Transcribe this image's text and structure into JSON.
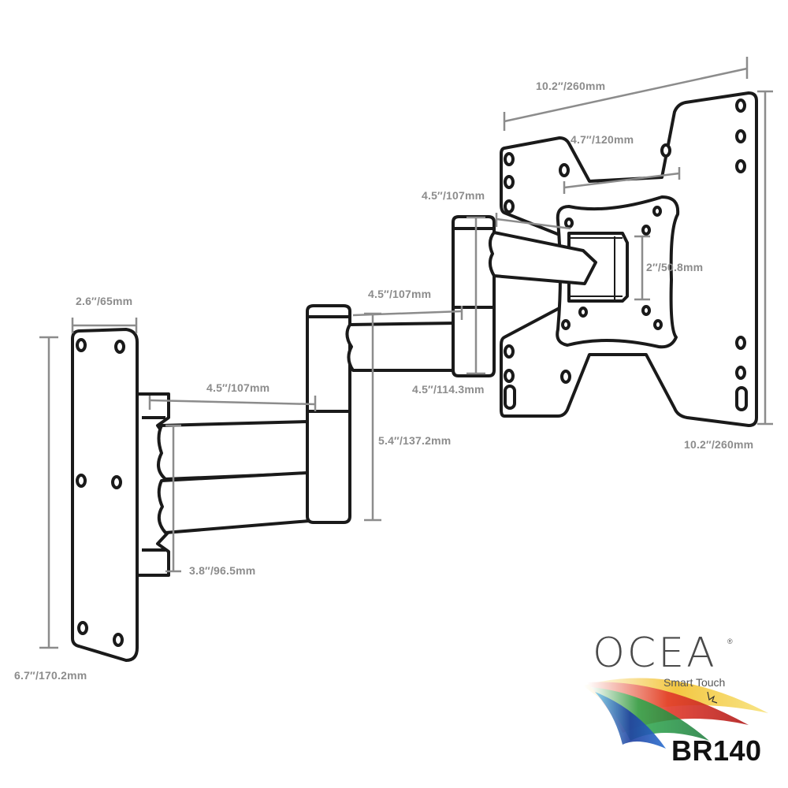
{
  "colors": {
    "line": "#1a1a1a",
    "dimension": "#8c8c8c",
    "background": "#ffffff",
    "swoosh": [
      "#1e3fa0",
      "#2aa84a",
      "#e23a2a",
      "#f2c12e",
      "#7fd0e8"
    ]
  },
  "dimensions": {
    "wall_plate_width": "2.6″/65mm",
    "wall_plate_height": "6.7″/170.2mm",
    "arm1_length": "4.5″/107mm",
    "arm1_height": "3.8″/96.5mm",
    "arm2_length": "4.5″/107mm",
    "middle_height": "5.4″/137.2mm",
    "arm3_length": "4.5″/107mm",
    "arm3_height": "4.5″/114.3mm",
    "tv_plate_width": "10.2″/260mm",
    "tv_plate_height": "10.2″/260mm",
    "vesa_width": "4.7″/120mm",
    "tilt_height": "2″/50.8mm"
  },
  "brand": {
    "name": "OCEA",
    "registered": "®",
    "tagline": "Smart Touch",
    "model": "BR140"
  }
}
